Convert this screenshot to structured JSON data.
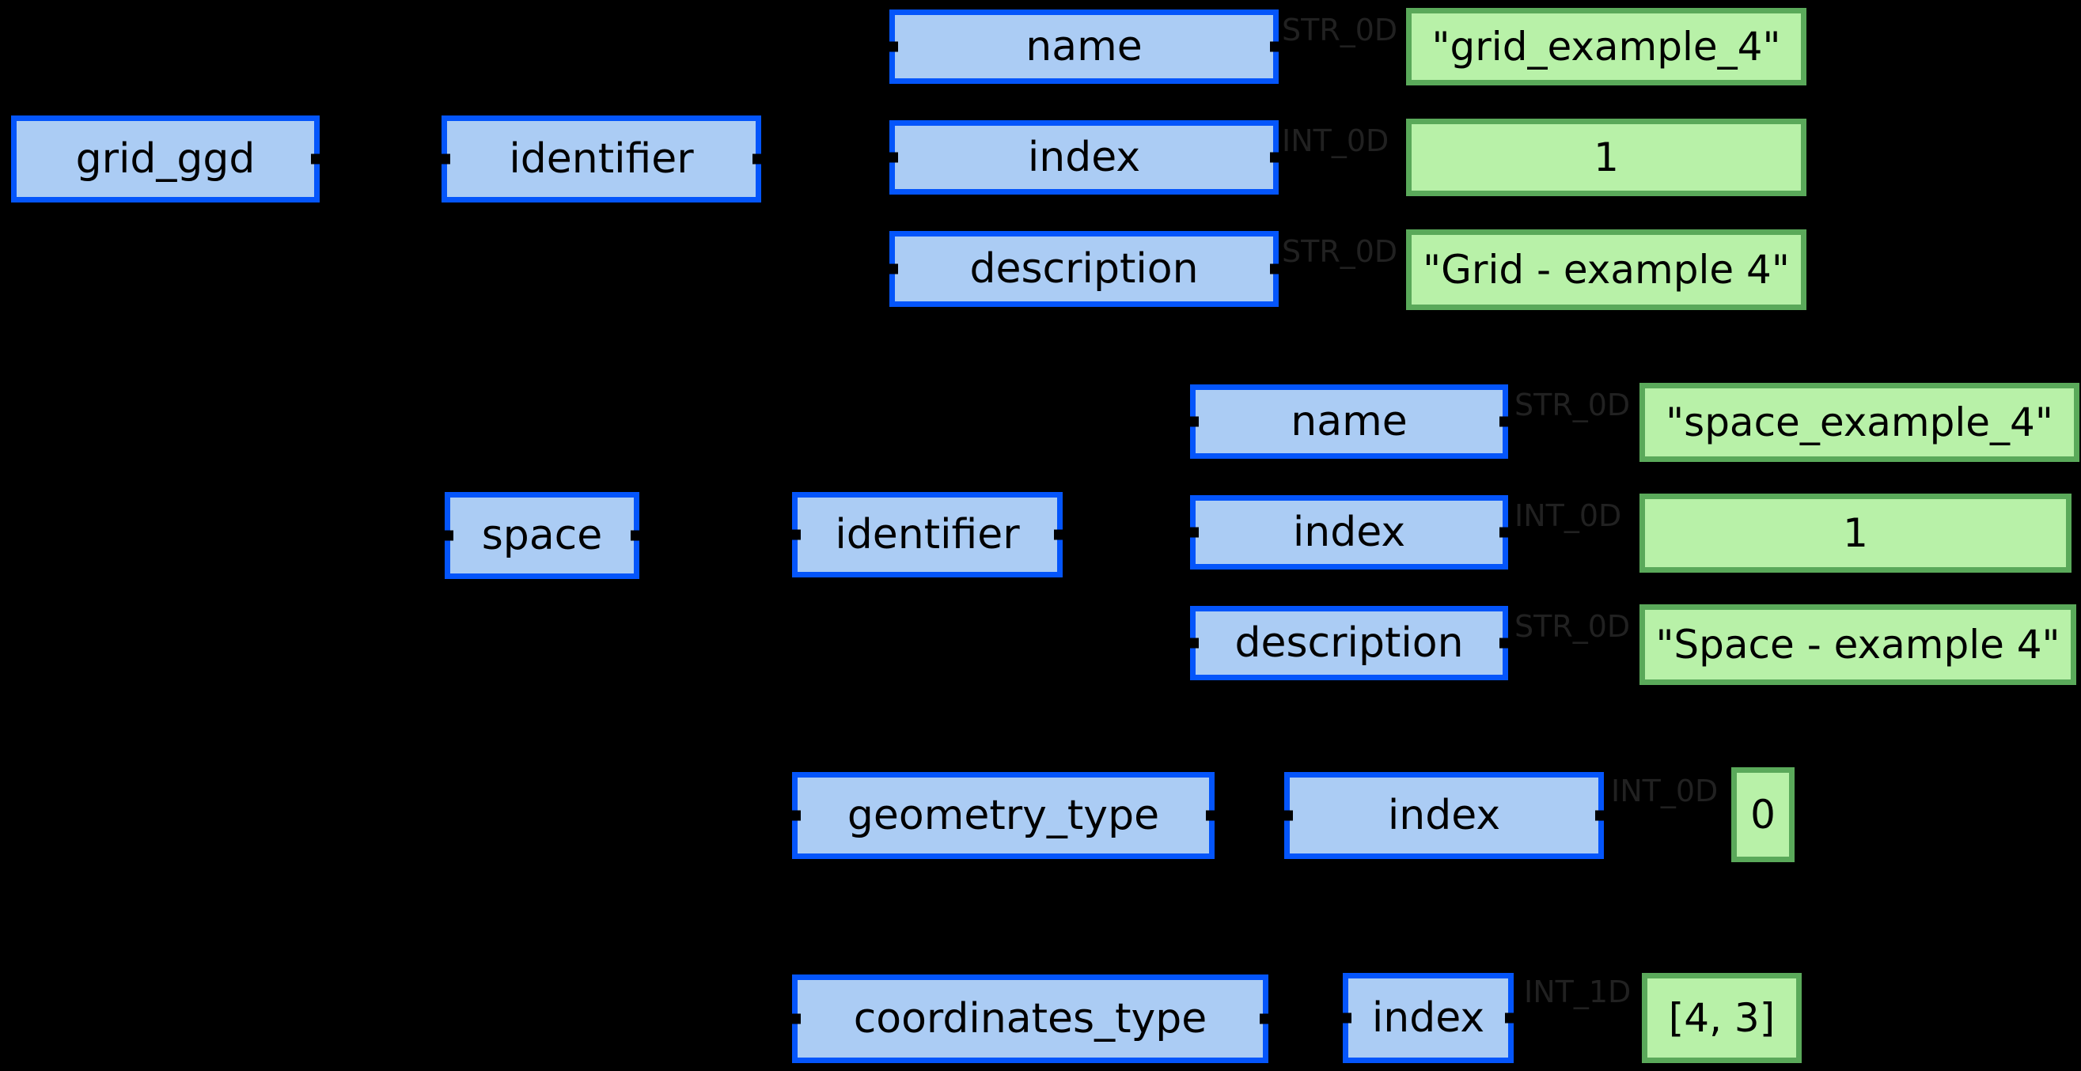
{
  "diagram": {
    "description_of_view": "tree diagram of grid_ggd structure",
    "background_color": "#000000",
    "colors": {
      "attribute_fill": "#abccf4",
      "attribute_border": "#0455fb",
      "value_fill": "#b8f1a8",
      "value_border": "#5aa95a",
      "node_text": "#000000",
      "edge_label_text": "#212121"
    },
    "nodes": {
      "grid_ggd": "grid_ggd",
      "grid_identifier": "identifier",
      "grid_name": "name",
      "grid_index": "index",
      "grid_description": "description",
      "grid_name_value": "\"grid_example_4\"",
      "grid_index_value": "1",
      "grid_description_value": "\"Grid - example 4\"",
      "space": "space",
      "space_identifier": "identifier",
      "space_name": "name",
      "space_index": "index",
      "space_description": "description",
      "space_name_value": "\"space_example_4\"",
      "space_index_value": "1",
      "space_description_value": "\"Space - example 4\"",
      "geometry_type": "geometry_type",
      "geometry_type_index": "index",
      "geometry_type_index_value": "0",
      "coordinates_type": "coordinates_type",
      "coordinates_type_index": "index",
      "coordinates_type_index_value": "[4, 3]"
    },
    "edge_labels": {
      "grid_name_type": "STR_0D",
      "grid_index_type": "INT_0D",
      "grid_description_type": "STR_0D",
      "space_name_type": "STR_0D",
      "space_index_type": "INT_0D",
      "space_description_type": "STR_0D",
      "geometry_type_index_type": "INT_0D",
      "coordinates_type_index_type": "INT_1D"
    }
  }
}
